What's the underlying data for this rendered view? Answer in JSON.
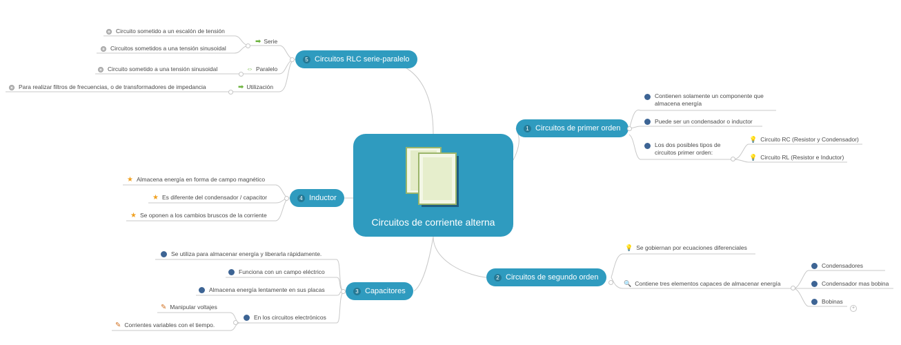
{
  "central": {
    "title": "Circuitos de corriente alterna",
    "icon": "documents-icon"
  },
  "topics": {
    "t1": {
      "num": "1",
      "label": "Circuitos de primer orden"
    },
    "t2": {
      "num": "2",
      "label": "Circuitos de segundo orden"
    },
    "t3": {
      "num": "3",
      "label": "Capacitores"
    },
    "t4": {
      "num": "4",
      "label": "Inductor"
    },
    "t5": {
      "num": "5",
      "label": "Circuitos RLC serie-paralelo"
    }
  },
  "t1_items": {
    "a": "Contienen solamente un componente que almacena energía",
    "b": "Puede ser un condensador o inductor",
    "c": "Los dos posibles tipos de circuitos primer orden:",
    "c1": "Circuito RC (Resistor y Condensador)",
    "c2": "Circuito RL (Resistor e Inductor)"
  },
  "t2_items": {
    "a": "Se gobiernan por ecuaciones diferenciales",
    "b": "Contiene tres elementos capaces de almacenar energía",
    "b1": "Condensadores",
    "b2": "Condensador mas bobina",
    "b3": "Bobinas"
  },
  "t3_items": {
    "a": "Se utiliza para almacenar energía y liberarla rápidamente.",
    "b": "Funciona con un campo eléctrico",
    "c": "Almacena energía lentamente en sus placas",
    "d": "En los circuitos electrónicos",
    "d1": "Manipular voltajes",
    "d2": "Corrientes variables con el tiempo."
  },
  "t4_items": {
    "a": "Almacena energía en forma de campo magnético",
    "b": "Es diferente del condensador / capacitor",
    "c": "Se oponen a los cambios bruscos de la corriente"
  },
  "t5_items": {
    "serie": "Serie",
    "serie1": "Circuito sometido a un escalón de tensión",
    "serie2": "Circuitos sometidos a una tensión sinusoidal",
    "paralelo": "Paralelo",
    "paralelo1": "Circuito sometido a una tensión sinusoidal",
    "util": "Utilización",
    "util1": "Para realizar filtros de frecuencias, o de transformadores de impedancia"
  },
  "colors": {
    "topic": "#2f9bbf",
    "line": "#c8c8c8",
    "dot": "#3d6494"
  }
}
